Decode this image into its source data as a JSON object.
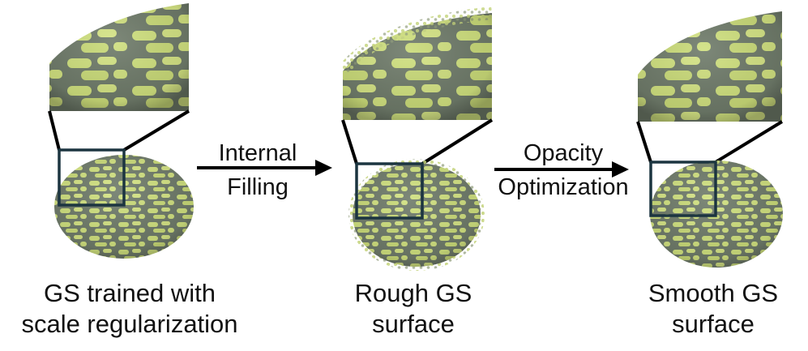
{
  "panels": [
    {
      "id": "scale-regularized",
      "caption_line1": "GS trained with",
      "caption_line2": "scale regularization",
      "surface": "smooth"
    },
    {
      "id": "rough",
      "caption_line1": "Rough GS",
      "caption_line2": "surface",
      "surface": "rough"
    },
    {
      "id": "smooth",
      "caption_line1": "Smooth GS",
      "caption_line2": "surface",
      "surface": "smooth"
    }
  ],
  "arrows": [
    {
      "line1": "Internal",
      "line2": "Filling"
    },
    {
      "line1": "Opacity",
      "line2": "Optimization"
    }
  ],
  "colors": {
    "rind_stripe": "#6f7b6a",
    "rind_patch": "#cfe07e",
    "zoom_frame": "#1c3540",
    "connector": "#000000"
  }
}
